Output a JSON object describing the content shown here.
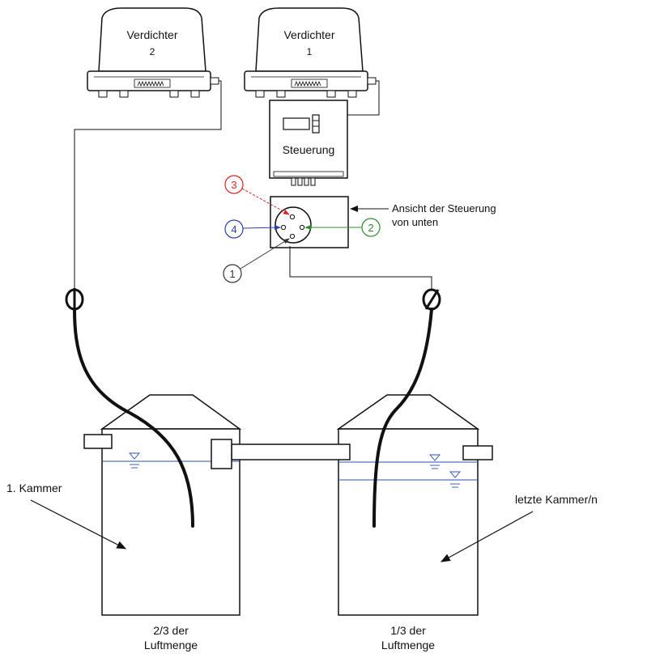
{
  "compressor_left": {
    "name": "Verdichter",
    "number": "2"
  },
  "compressor_right": {
    "name": "Verdichter",
    "number": "1"
  },
  "control_unit": {
    "label": "Steuerung"
  },
  "bottom_view": {
    "caption_line1": "Ansicht der Steuerung",
    "caption_line2": "von unten"
  },
  "ports": [
    {
      "label": "1",
      "color": "#333333"
    },
    {
      "label": "2",
      "color": "#2e8b2e"
    },
    {
      "label": "3",
      "color": "#e02020"
    },
    {
      "label": "4",
      "color": "#2a3fb0"
    }
  ],
  "tank_left": {
    "label": "1. Kammer",
    "share_line1": "2/3 der",
    "share_line2": "Luftmenge"
  },
  "tank_right": {
    "label": "letzte Kammer/n",
    "share_line1": "1/3 der",
    "share_line2": "Luftmenge"
  },
  "colors": {
    "line": "#111111",
    "water": "#2a4fb0"
  }
}
